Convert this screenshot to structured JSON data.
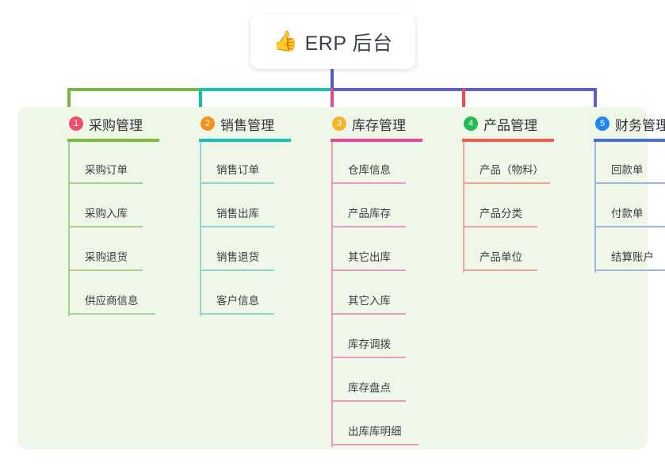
{
  "root": {
    "icon": "thumbs-up-icon",
    "icon_glyph": "👍",
    "title": "ERP 后台"
  },
  "theme": {
    "canvas_bg": "#ffffff",
    "panel_bg": "#eef7e8",
    "card_bg": "#ffffff",
    "title_color": "#3b3f46",
    "stem_color": "#4a5bd0"
  },
  "bus": {
    "segments": [
      {
        "name": "bus-green",
        "color": "#78b83e"
      },
      {
        "name": "bus-teal",
        "color": "#12c2ae"
      },
      {
        "name": "bus-blue",
        "color": "#5a5fd2"
      }
    ],
    "drops": [
      "#78b83e",
      "#12c2ae",
      "#e8459a",
      "#f4474f",
      "#5a5fd2"
    ]
  },
  "columns": [
    {
      "index": "1",
      "title": "采购管理",
      "badge_color": "#f0506e",
      "rule_color": "#7cb842",
      "leaf_color": "#a8cf8a",
      "spine_color": "#a8cf8a",
      "items": [
        {
          "label": "采购订单"
        },
        {
          "label": "采购入库"
        },
        {
          "label": "采购退货"
        },
        {
          "label": "供应商信息"
        }
      ]
    },
    {
      "index": "2",
      "title": "销售管理",
      "badge_color": "#f6921e",
      "rule_color": "#13c4b4",
      "leaf_color": "#8fd6cf",
      "spine_color": "#8fd6cf",
      "items": [
        {
          "label": "销售订单"
        },
        {
          "label": "销售出库"
        },
        {
          "label": "销售退货"
        },
        {
          "label": "客户信息"
        }
      ]
    },
    {
      "index": "3",
      "title": "库存管理",
      "badge_color": "#f5b429",
      "rule_color": "#e8459a",
      "leaf_color": "#e899c0",
      "spine_color": "#e899c0",
      "items": [
        {
          "label": "仓库信息"
        },
        {
          "label": "产品库存"
        },
        {
          "label": "其它出库"
        },
        {
          "label": "其它入库"
        },
        {
          "label": "库存调拨"
        },
        {
          "label": "库存盘点"
        },
        {
          "label": "出库库明细"
        }
      ]
    },
    {
      "index": "4",
      "title": "产品管理",
      "badge_color": "#22bb55",
      "rule_color": "#f4584f",
      "leaf_color": "#f5a29b",
      "spine_color": "#f5a29b",
      "items": [
        {
          "label": "产品（物料）"
        },
        {
          "label": "产品分类"
        },
        {
          "label": "产品单位"
        }
      ]
    },
    {
      "index": "5",
      "title": "财务管理",
      "badge_color": "#1e87f0",
      "rule_color": "#4a6fd0",
      "leaf_color": "#9eb4e4",
      "spine_color": "#9eb4e4",
      "items": [
        {
          "label": "回款单"
        },
        {
          "label": "付款单"
        },
        {
          "label": "结算账户"
        }
      ]
    }
  ]
}
